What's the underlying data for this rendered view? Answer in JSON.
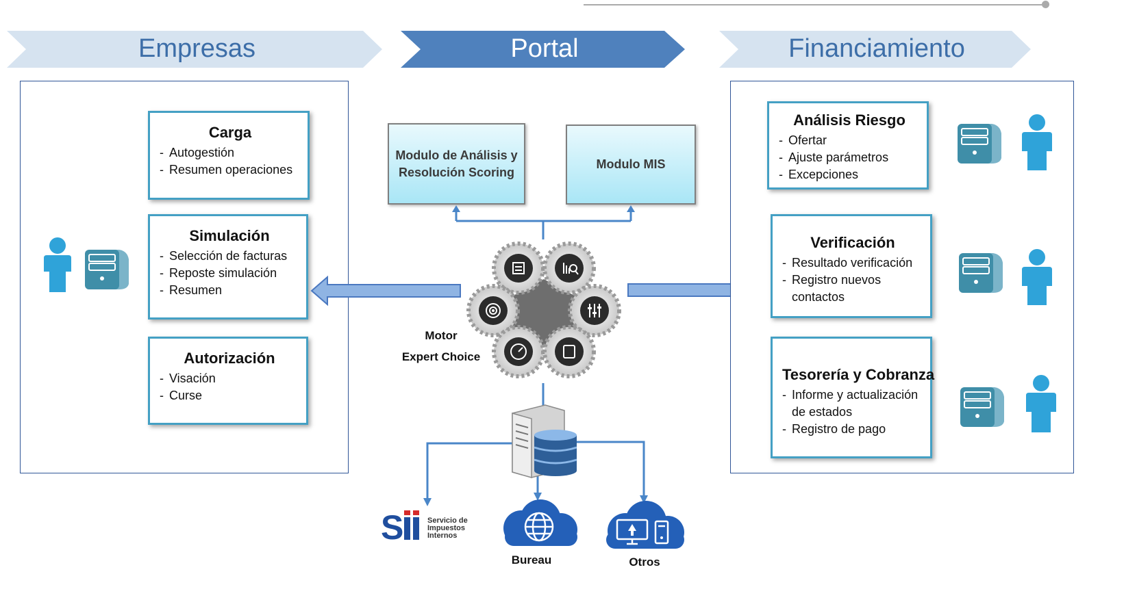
{
  "header": {
    "left": "Empresas",
    "center": "Portal",
    "right": "Financiamiento"
  },
  "colors": {
    "chevron_light": "#d6e3f0",
    "chevron_dark": "#4f81bd",
    "chevron_text_light": "#3d6ea8",
    "panel_border": "#2f5597",
    "card_border": "#44a0c4",
    "icon_blue": "#2fa3d9",
    "arrow_blue": "#5b8dd9"
  },
  "empresas": {
    "cards": [
      {
        "title": "Carga",
        "items": [
          "Autogestión",
          "Resumen operaciones"
        ]
      },
      {
        "title": "Simulación",
        "items": [
          "Selección de facturas",
          "Reposte simulación",
          "Resumen"
        ]
      },
      {
        "title": "Autorización",
        "items": [
          "Visación",
          "Curse"
        ]
      }
    ],
    "icons": [
      "user-icon",
      "server-icon"
    ]
  },
  "portal": {
    "module_scoring": "Modulo de Análisis y Resolución Scoring",
    "module_mis": "Modulo MIS",
    "engine_label_1": "Motor",
    "engine_label_2": "Expert Choice",
    "gear_icons": [
      "checklist-icon",
      "chart-analysis-icon",
      "target-icon",
      "sliders-icon",
      "gauge-icon",
      "rating-icon"
    ]
  },
  "financiamiento": {
    "cards": [
      {
        "title": "Análisis Riesgo",
        "items": [
          "Ofertar",
          "Ajuste parámetros",
          "Excepciones"
        ]
      },
      {
        "title": "Verificación",
        "items": [
          "Resultado verificación",
          "Registro nuevos contactos"
        ]
      },
      {
        "title": "Tesorería y Cobranza",
        "items": [
          "Informe y actualización de estados",
          "Registro de pago"
        ]
      }
    ]
  },
  "sources": {
    "sii_line1": "Servicio de",
    "sii_line2": "Impuestos",
    "sii_line3": "Internos",
    "bureau": "Bureau",
    "otros": "Otros"
  }
}
